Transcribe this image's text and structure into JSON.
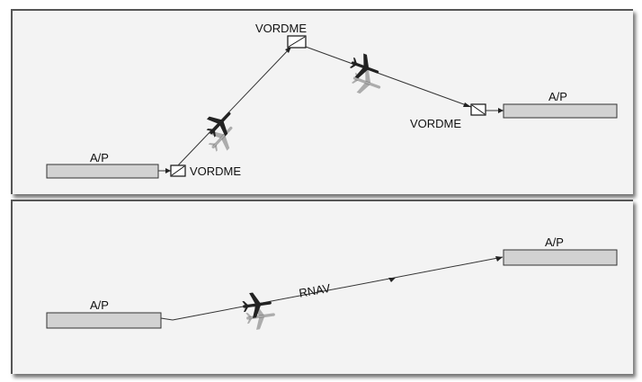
{
  "top_panel": {
    "departure_label": "A/P",
    "arrival_label": "A/P",
    "waypoints": [
      "VORDME",
      "VORDME",
      "VORDME"
    ]
  },
  "bottom_panel": {
    "departure_label": "A/P",
    "arrival_label": "A/P",
    "route_label": "RNAV"
  },
  "colors": {
    "panel_background": "#f3f3f3",
    "runway_fill": "#d2d2d2",
    "line": "#333333"
  },
  "icons": [
    "airplane-icon",
    "vordme-beacon-icon",
    "arrowhead-icon"
  ]
}
